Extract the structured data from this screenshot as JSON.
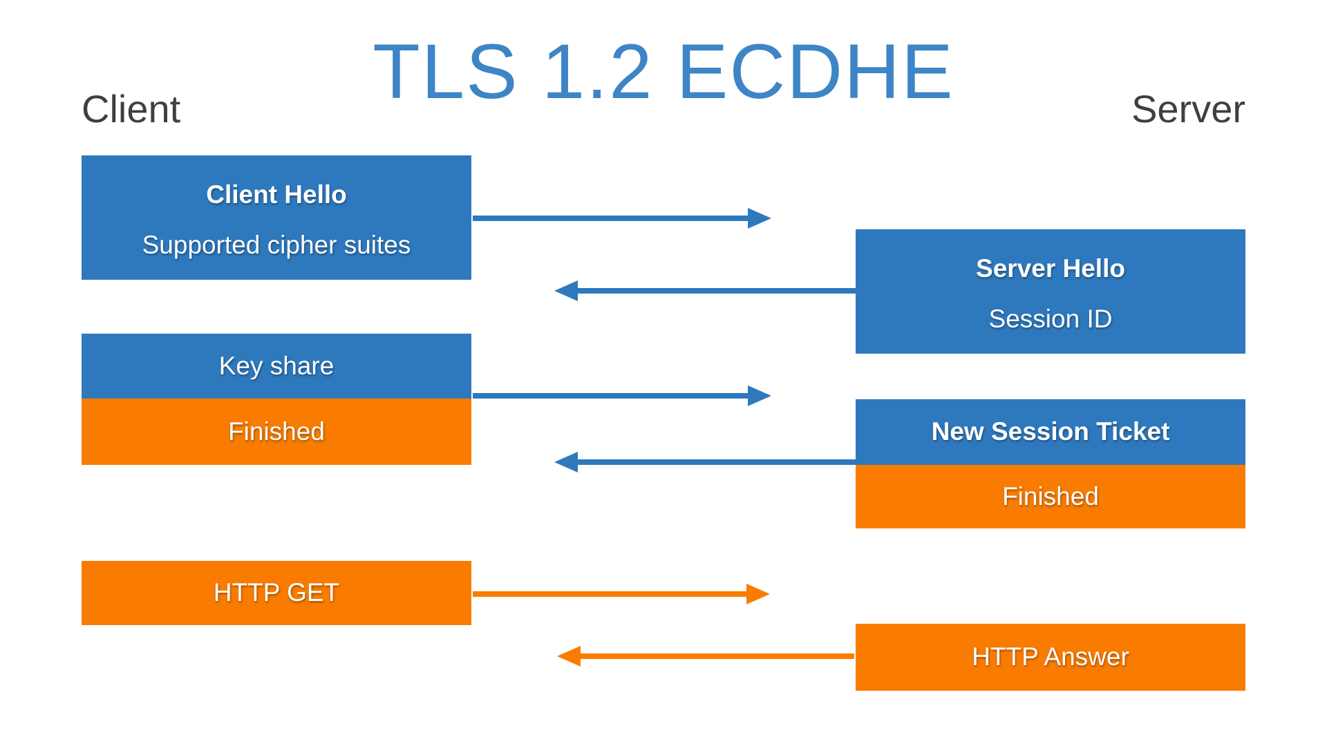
{
  "diagram": {
    "title": "TLS 1.2 ECDHE",
    "actors": {
      "client": "Client",
      "server": "Server"
    },
    "colors": {
      "blue": "#2e79be",
      "orange": "#f97c00",
      "title": "#3d85c6",
      "actor_label": "#3f3f3f"
    },
    "messages": {
      "client_hello": {
        "title": "Client Hello",
        "subtitle": "Supported cipher suites",
        "direction": "client-to-server"
      },
      "server_hello": {
        "title": "Server Hello",
        "subtitle": "Session ID",
        "direction": "server-to-client"
      },
      "key_share": {
        "label": "Key share",
        "direction": "client-to-server"
      },
      "client_finished": {
        "label": "Finished",
        "direction": "client-to-server"
      },
      "new_session_ticket": {
        "label": "New Session Ticket",
        "direction": "server-to-client"
      },
      "server_finished": {
        "label": "Finished",
        "direction": "server-to-client"
      },
      "http_get": {
        "label": "HTTP GET",
        "direction": "client-to-server"
      },
      "http_answer": {
        "label": "HTTP Answer",
        "direction": "server-to-client"
      }
    }
  }
}
